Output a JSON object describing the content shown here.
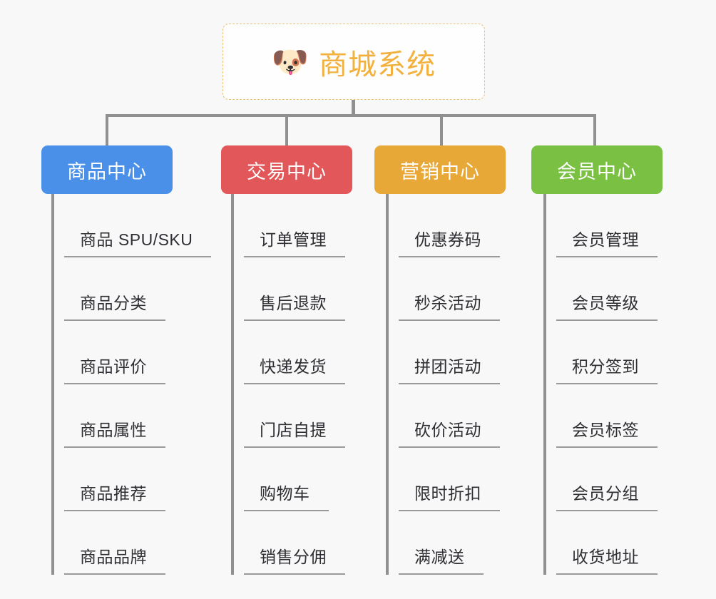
{
  "background_color": "#f8f8f8",
  "root": {
    "icon": "shiba-dog-face-icon",
    "icon_glyph": "🐶",
    "title": "商城系统",
    "title_color": "#f2b03c",
    "border_color": "#e8c07a"
  },
  "connector_color": "#909090",
  "categories": [
    {
      "label": "商品中心",
      "color": "#4a90e8",
      "items": [
        "商品 SPU/SKU",
        "商品分类",
        "商品评价",
        "商品属性",
        "商品推荐",
        "商品品牌"
      ]
    },
    {
      "label": "交易中心",
      "color": "#e2585a",
      "items": [
        "订单管理",
        "售后退款",
        "快递发货",
        "门店自提",
        "购物车",
        "销售分佣"
      ]
    },
    {
      "label": "营销中心",
      "color": "#e8a838",
      "items": [
        "优惠券码",
        "秒杀活动",
        "拼团活动",
        "砍价活动",
        "限时折扣",
        "满减送"
      ]
    },
    {
      "label": "会员中心",
      "color": "#7ac143",
      "items": [
        "会员管理",
        "会员等级",
        "积分签到",
        "会员标签",
        "会员分组",
        "收货地址"
      ]
    }
  ]
}
